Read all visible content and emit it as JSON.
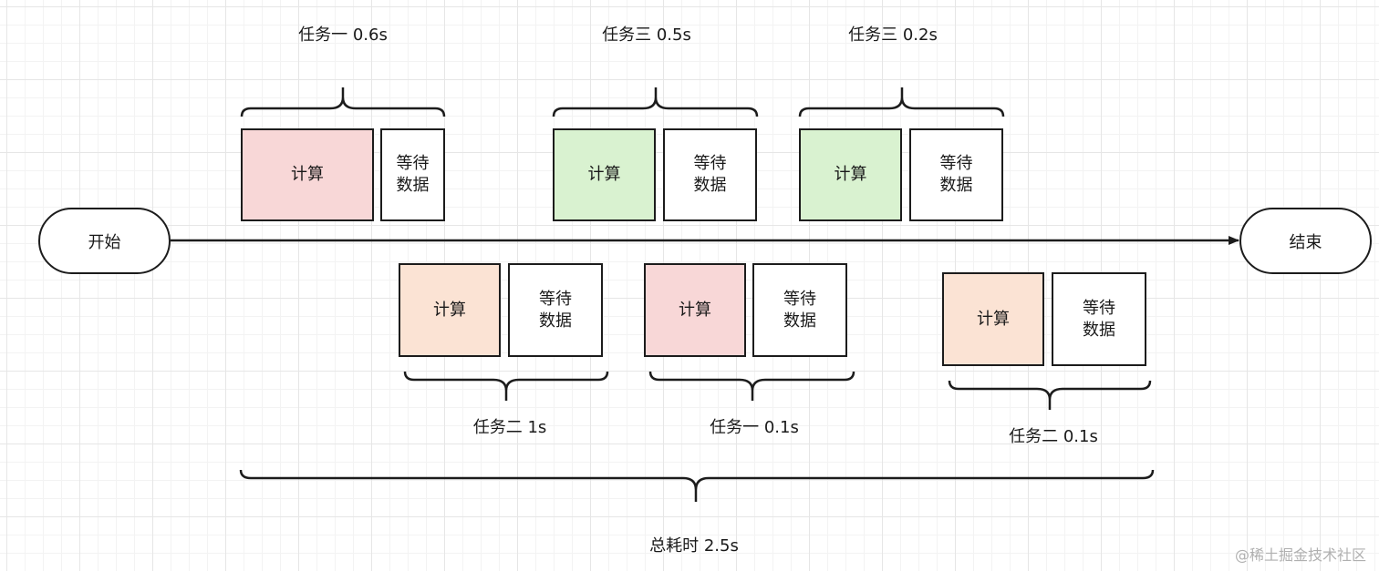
{
  "start_label": "开始",
  "end_label": "结束",
  "total_label": "总耗时 2.5s",
  "tasks": [
    {
      "label": "任务一 0.6s",
      "compute": "计算",
      "wait": "等待\n数据",
      "compute_color": "#f8d7d7"
    },
    {
      "label": "任务三 0.5s",
      "compute": "计算",
      "wait": "等待\n数据",
      "compute_color": "#d9f2d0"
    },
    {
      "label": "任务三 0.2s",
      "compute": "计算",
      "wait": "等待\n数据",
      "compute_color": "#d9f2d0"
    },
    {
      "label": "任务二 1s",
      "compute": "计算",
      "wait": "等待\n数据",
      "compute_color": "#fbe3d4"
    },
    {
      "label": "任务一 0.1s",
      "compute": "计算",
      "wait": "等待\n数据",
      "compute_color": "#f8d7d7"
    },
    {
      "label": "任务二 0.1s",
      "compute": "计算",
      "wait": "等待\n数据",
      "compute_color": "#fbe3d4"
    }
  ],
  "watermark": "@稀土掘金技术社区"
}
